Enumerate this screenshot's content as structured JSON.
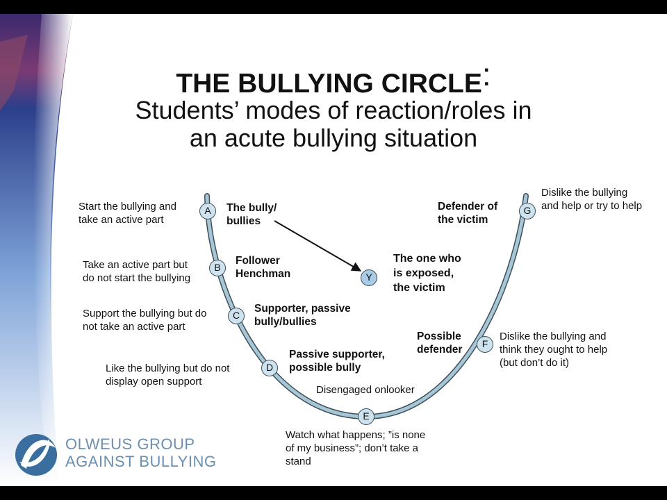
{
  "title": {
    "main": "THE BULLYING CIRCLE",
    "colon": ":",
    "line1": "Students’ modes of reaction/roles in",
    "line2": "an acute bullying situation"
  },
  "nodes": {
    "a": "A",
    "b": "B",
    "c": "C",
    "d": "D",
    "e": "E",
    "f": "F",
    "g": "G",
    "y": "Y"
  },
  "roles": {
    "a": [
      "The bully/",
      "bullies"
    ],
    "b": [
      "Follower",
      "Henchman"
    ],
    "c": [
      "Supporter, passive",
      "bully/bullies"
    ],
    "d": [
      "Passive supporter,",
      "possible bully"
    ],
    "e": "Disengaged onlooker",
    "f": [
      "Possible",
      "defender"
    ],
    "g": [
      "Defender of",
      "the victim"
    ],
    "y": [
      "The one who",
      "is exposed,",
      "the victim"
    ]
  },
  "descriptions": {
    "a": [
      "Start the bullying and",
      "take an active part"
    ],
    "b": [
      "Take an active part but",
      "do not start the bullying"
    ],
    "c": [
      "Support the bullying but do",
      "not take an active part"
    ],
    "d": [
      "Like the bullying but do not",
      "display open support"
    ],
    "e": [
      "Watch what happens; ”is none",
      "of my business”; don’t take a",
      "stand"
    ],
    "f": [
      "Dislike the bullying and",
      "think they ought to help",
      "(but don’t do it)"
    ],
    "g": [
      "Dislike the bullying",
      "and help or try to help"
    ]
  },
  "logo": {
    "line1": "OLWEUS GROUP",
    "line2": "AGAINST BULLYING"
  },
  "colors": {
    "curve": "#9fbfd0",
    "curve_edge": "#3d4f5a",
    "node_fill": "#cfe3ee",
    "logo": "#6b8fb0"
  }
}
